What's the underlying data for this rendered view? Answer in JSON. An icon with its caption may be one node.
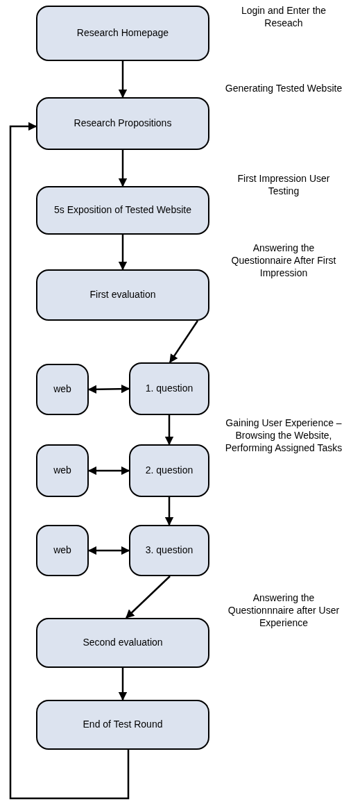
{
  "diagram": {
    "nodes": [
      {
        "text": [
          "Research Homepage"
        ],
        "beside": [
          "Login and Enter the Reseach"
        ]
      },
      {
        "text": [
          "Research Propositions"
        ],
        "beside": [
          "Generating Tested Website"
        ]
      },
      {
        "text": [
          "5s Exposition of Tested Website"
        ],
        "beside": [
          "First Impression User Testing"
        ]
      },
      {
        "text": [
          "First evaluation"
        ],
        "beside": [
          "Answering the Questionnaire After First Impression"
        ]
      },
      {
        "text": [
          "web"
        ]
      },
      {
        "text": [
          "1. question"
        ]
      },
      {
        "text": [
          "web"
        ]
      },
      {
        "text": [
          "2. question"
        ]
      },
      {
        "text": [
          "web"
        ]
      },
      {
        "text": [
          "3. question"
        ]
      },
      {
        "text": [
          "Second evaluation"
        ],
        "beside": [
          "Answering the Questionnnaire after User Experience"
        ]
      },
      {
        "text": [
          "End of Test Round"
        ]
      }
    ],
    "edges": [
      {
        "from": 0,
        "to": 1,
        "arrow": "to"
      },
      {
        "from": 1,
        "to": 2,
        "arrow": "to"
      },
      {
        "from": 2,
        "to": 3,
        "arrow": "to"
      },
      {
        "from": 3,
        "to": 5,
        "arrow": "to"
      },
      {
        "from": 4,
        "to": 5,
        "arrow": "both"
      },
      {
        "from": 5,
        "to": 7,
        "arrow": "to"
      },
      {
        "from": 6,
        "to": 7,
        "arrow": "both"
      },
      {
        "from": 7,
        "to": 9,
        "arrow": "to"
      },
      {
        "from": 8,
        "to": 9,
        "arrow": "both"
      },
      {
        "from": 9,
        "to": 10,
        "arrow": "to"
      },
      {
        "from": 10,
        "to": 11,
        "arrow": "to"
      },
      {
        "from": 11,
        "to": 1,
        "arrow": "to"
      }
    ],
    "labels": [
      "Gaining User Experience – Browsing the Website, Performing Assigned Tasks"
    ]
  }
}
